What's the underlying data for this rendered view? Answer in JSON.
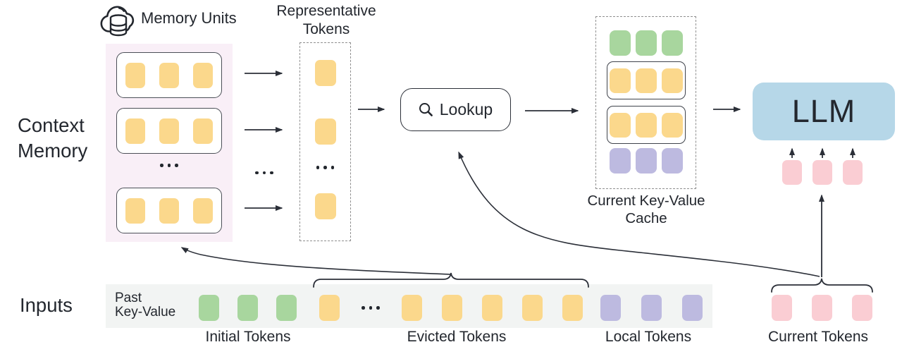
{
  "labels": {
    "memory_units": "Memory Units",
    "representative_tokens": "Representative\nTokens",
    "context_memory": "Context\nMemory",
    "lookup": "Lookup",
    "current_kv_cache": "Current Key-Value\nCache",
    "llm": "LLM",
    "inputs": "Inputs",
    "past_key_value": "Past\nKey-Value",
    "initial_tokens": "Initial Tokens",
    "evicted_tokens": "Evicted Tokens",
    "local_tokens": "Local Tokens",
    "current_tokens": "Current Tokens"
  },
  "colors": {
    "yellow": "#FBD88C",
    "green": "#A8D69E",
    "purple": "#BDBAE0",
    "pink": "#FACDD3",
    "llm_blue": "#B6D7E8",
    "memory_bg": "#F9EFF7",
    "input_bar_bg": "#F2F4F3",
    "line": "#2B2F38"
  },
  "tokens": {
    "memory_row": [
      "yellow",
      "yellow",
      "yellow"
    ],
    "memory_ellipsis": [
      "ellipsis"
    ],
    "between_ellipsis": [
      "ellipsis"
    ],
    "representative_column": [
      "yellow",
      "yellow",
      "ellipsis",
      "yellow"
    ],
    "cache_initial_row": [
      "green",
      "green",
      "green"
    ],
    "cache_unit_row": [
      "yellow",
      "yellow",
      "yellow"
    ],
    "cache_local_row": [
      "purple",
      "purple",
      "purple"
    ],
    "llm_current": [
      "pink",
      "pink",
      "pink"
    ],
    "input_initial": [
      "green",
      "green",
      "green"
    ],
    "input_evicted": [
      "yellow",
      "ellipsis",
      "yellow",
      "yellow",
      "yellow",
      "yellow",
      "yellow"
    ],
    "input_local": [
      "purple",
      "purple",
      "purple"
    ],
    "input_current": [
      "pink",
      "pink",
      "pink"
    ]
  }
}
